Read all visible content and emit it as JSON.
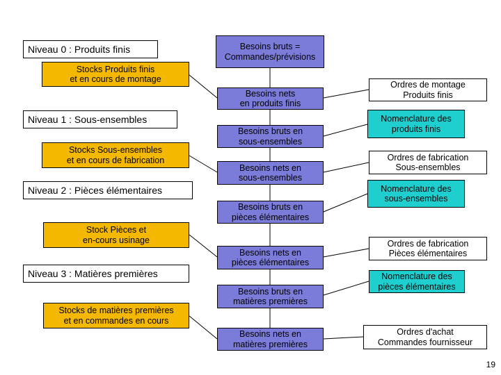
{
  "levels": [
    "Niveau 0 : Produits finis",
    "Niveau 1 : Sous-ensembles",
    "Niveau 2 : Pièces élémentaires",
    "Niveau 3 : Matières premières"
  ],
  "stocks": [
    "Stocks Produits finis\net en cours de montage",
    "Stocks Sous-ensembles\net en cours de fabrication",
    "Stock Pièces et\nen-cours usinage",
    "Stocks de matières premières\net en commandes en cours"
  ],
  "needs": [
    "Besoins bruts =\nCommandes/prévisions",
    "Besoins nets\nen produits finis",
    "Besoins bruts en\nsous-ensembles",
    "Besoins nets en\nsous-ensembles",
    "Besoins bruts en\npièces élémentaires",
    "Besoins nets en\npièces élémentaires",
    "Besoins bruts en\nmatières premières",
    "Besoins nets en\nmatières premières"
  ],
  "orders": [
    "Ordres de montage\nProduits finis",
    "Ordres de fabrication\nSous-ensembles",
    "Ordres de fabrication\nPièces élémentaires",
    "Ordres d'achat\nCommandes fournisseur"
  ],
  "nomenclatures": [
    "Nomenclature des\nproduits finis",
    "Nomenclature des\nsous-ensembles",
    "Nomenclature des\npièces élémentaires"
  ],
  "page_number": "19",
  "colors": {
    "stock": "#f5b800",
    "needs": "#7b7bd9",
    "nomenclature": "#1fcfcf",
    "line": "#000000"
  }
}
